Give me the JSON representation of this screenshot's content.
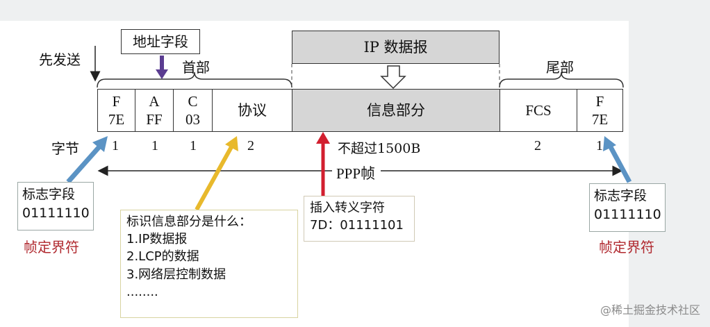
{
  "top": {
    "send_first": "先发送",
    "address_field": "地址字段",
    "header": "首部",
    "ip_datagram": "IP 数据报",
    "trailer": "尾部"
  },
  "frame": {
    "flag_start": [
      "F",
      "7E"
    ],
    "address": [
      "A",
      "FF"
    ],
    "control": [
      "C",
      "03"
    ],
    "protocol": "协议",
    "info": "信息部分",
    "fcs": "FCS",
    "flag_end": [
      "F",
      "7E"
    ]
  },
  "bytes": {
    "label": "字节",
    "flag_start": "1",
    "address": "1",
    "control": "1",
    "protocol": "2",
    "info": "不超过1500B",
    "fcs": "2",
    "flag_end": "1"
  },
  "ppp_frame": "PPP帧",
  "left_callout": {
    "title": "标志字段",
    "value": "01111110",
    "caption": "帧定界符"
  },
  "right_callout": {
    "title": "标志字段",
    "value": "01111110",
    "caption": "帧定界符"
  },
  "protocol_callout": {
    "title": "标识信息部分是什么：",
    "items": [
      "1.IP数据报",
      "2.LCP的数据",
      "3.网络层控制数据",
      "........"
    ]
  },
  "escape_callout": {
    "title": "插入转义字符",
    "value": "7D：01111101"
  },
  "watermark": "@稀土掘金技术社区",
  "colors": {
    "flag_arrow": "#5b93c4",
    "address_arrow": "#5b3d91",
    "protocol_arrow": "#e8b92c",
    "escape_arrow": "#d21f2f",
    "caption": "#b0282e",
    "info_fill": "#d6d6d6"
  }
}
